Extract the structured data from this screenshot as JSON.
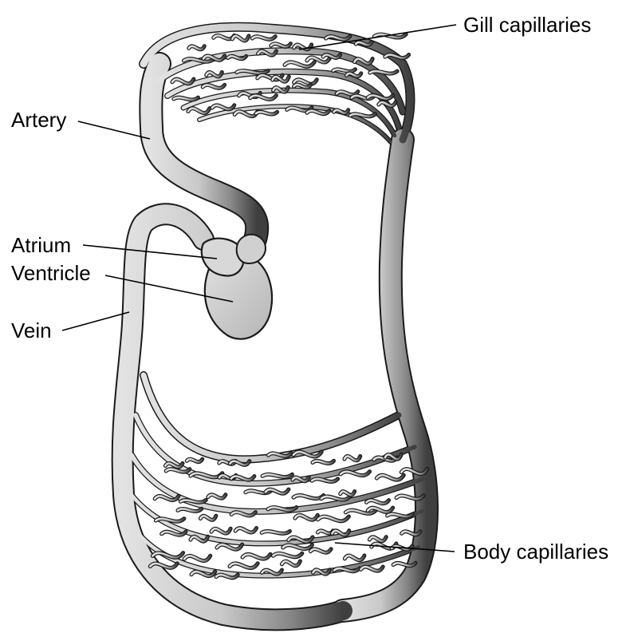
{
  "labels": {
    "gill_capillaries": "Gill capillaries",
    "artery": "Artery",
    "atrium": "Atrium",
    "ventricle": "Ventricle",
    "vein": "Vein",
    "body_capillaries": "Body capillaries"
  },
  "colors": {
    "oxygenated": "#d4d4d4",
    "deoxygenated": "#5c5c5c",
    "outline": "#1a1a1a",
    "heart": "#c8c8c8",
    "text": "#000000"
  }
}
